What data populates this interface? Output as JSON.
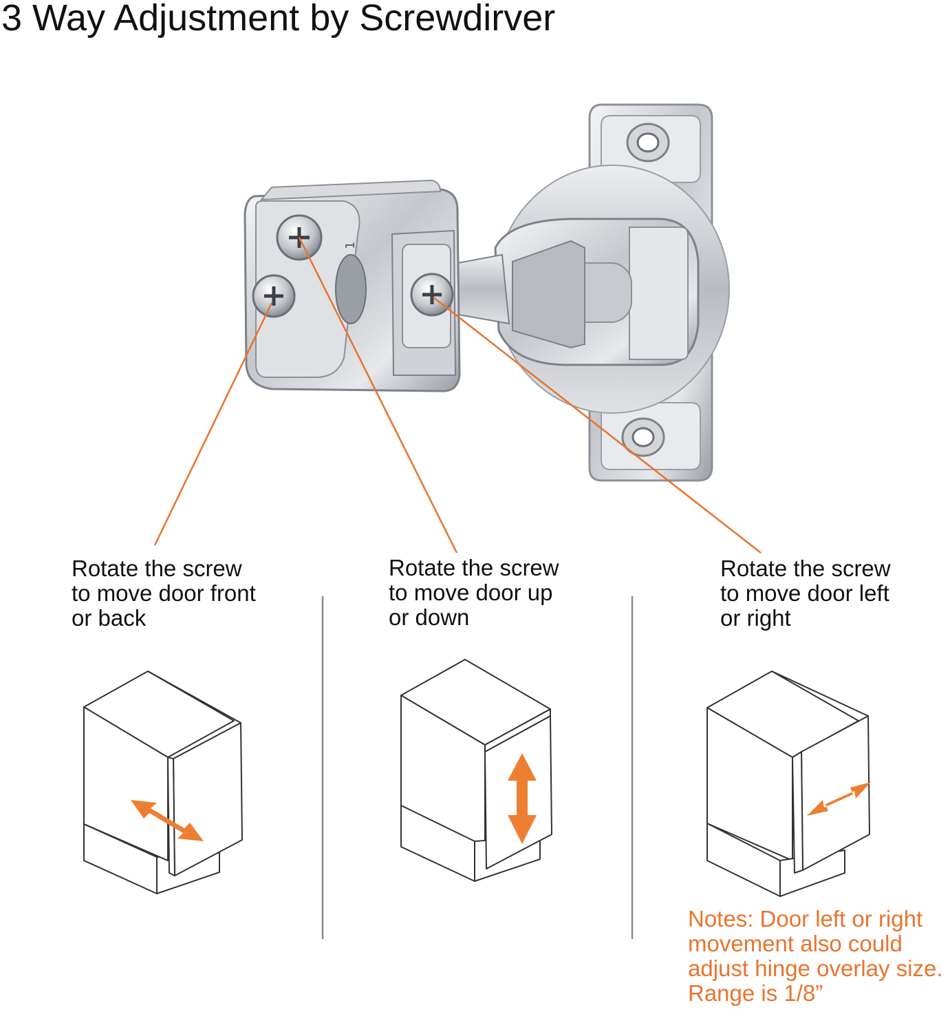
{
  "title": "3 Way Adjustment by Screwdirver",
  "colors": {
    "accent": "#e9742d",
    "metal": "#c9cbcf",
    "metal_dark": "#8d9096",
    "outline": "#333333",
    "divider": "#8a8a8a"
  },
  "captions": [
    {
      "lines": [
        "Rotate the screw",
        "to move door front",
        "or back"
      ]
    },
    {
      "lines": [
        "Rotate the screw",
        "to move door  up",
        "or down"
      ]
    },
    {
      "lines": [
        "Rotate the screw",
        "to move door left",
        "or right"
      ]
    }
  ],
  "note": {
    "lines": [
      "Notes: Door left or right",
      "movement also could",
      "adjust hinge overlay size.",
      "Range is 1/8”"
    ]
  },
  "icons": [
    "hinge-illustration",
    "cabinet-front-back-icon",
    "cabinet-up-down-icon",
    "cabinet-left-right-icon",
    "double-arrow-icon"
  ]
}
